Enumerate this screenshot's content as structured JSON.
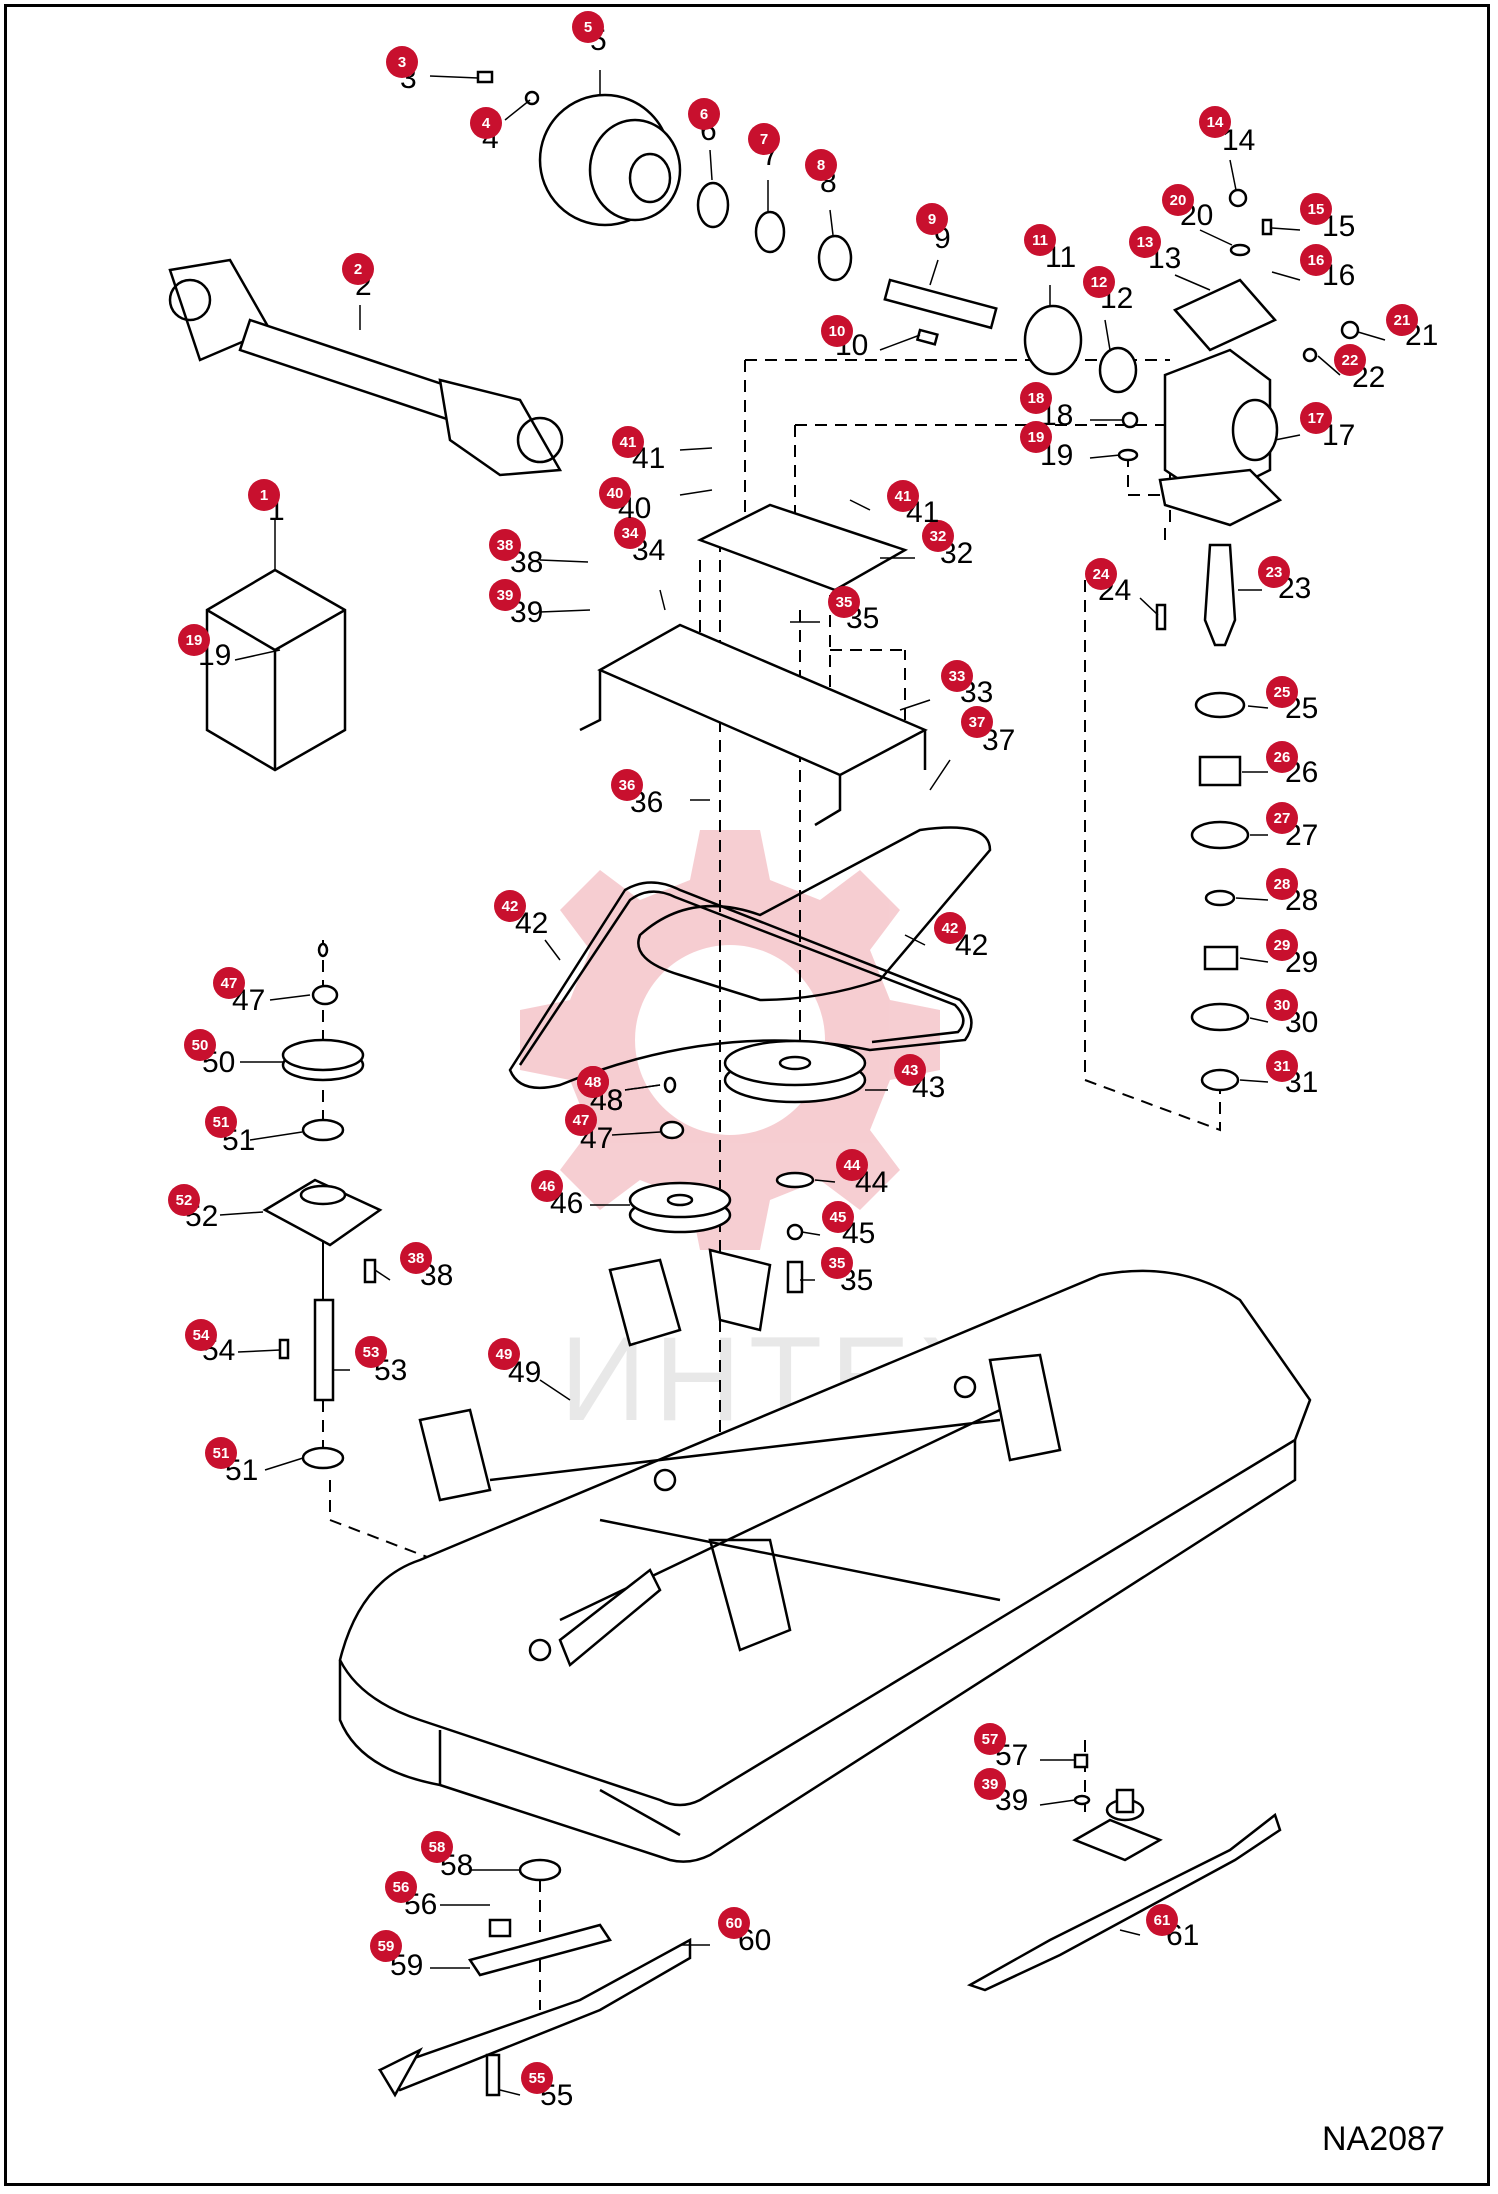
{
  "diagram": {
    "code": "NA2087",
    "watermark": "ИНТЕХ",
    "callouts": [
      {
        "n": "1"
      },
      {
        "n": "2"
      },
      {
        "n": "3"
      },
      {
        "n": "4"
      },
      {
        "n": "5"
      },
      {
        "n": "6"
      },
      {
        "n": "7"
      },
      {
        "n": "8"
      },
      {
        "n": "9"
      },
      {
        "n": "10"
      },
      {
        "n": "11"
      },
      {
        "n": "12"
      },
      {
        "n": "13"
      },
      {
        "n": "14"
      },
      {
        "n": "15"
      },
      {
        "n": "16"
      },
      {
        "n": "17"
      },
      {
        "n": "18"
      },
      {
        "n": "19"
      },
      {
        "n": "20"
      },
      {
        "n": "21"
      },
      {
        "n": "22"
      },
      {
        "n": "23"
      },
      {
        "n": "24"
      },
      {
        "n": "25"
      },
      {
        "n": "26"
      },
      {
        "n": "27"
      },
      {
        "n": "28"
      },
      {
        "n": "29"
      },
      {
        "n": "30"
      },
      {
        "n": "31"
      },
      {
        "n": "32"
      },
      {
        "n": "33"
      },
      {
        "n": "34"
      },
      {
        "n": "35"
      },
      {
        "n": "36"
      },
      {
        "n": "37"
      },
      {
        "n": "38"
      },
      {
        "n": "39"
      },
      {
        "n": "40"
      },
      {
        "n": "41"
      },
      {
        "n": "42"
      },
      {
        "n": "43"
      },
      {
        "n": "44"
      },
      {
        "n": "45"
      },
      {
        "n": "46"
      },
      {
        "n": "47"
      },
      {
        "n": "48"
      },
      {
        "n": "49"
      },
      {
        "n": "50"
      },
      {
        "n": "51"
      },
      {
        "n": "52"
      },
      {
        "n": "53"
      },
      {
        "n": "54"
      },
      {
        "n": "55"
      },
      {
        "n": "56"
      },
      {
        "n": "57"
      },
      {
        "n": "58"
      },
      {
        "n": "59"
      },
      {
        "n": "60"
      },
      {
        "n": "61"
      },
      {
        "n": "19"
      },
      {
        "n": "35"
      },
      {
        "n": "38"
      },
      {
        "n": "39"
      },
      {
        "n": "41"
      },
      {
        "n": "42"
      },
      {
        "n": "47"
      },
      {
        "n": "48"
      },
      {
        "n": "51"
      }
    ]
  },
  "colors": {
    "badge": "#c8102e",
    "line": "#000000",
    "watermark_logo": "#f3b9bd"
  }
}
